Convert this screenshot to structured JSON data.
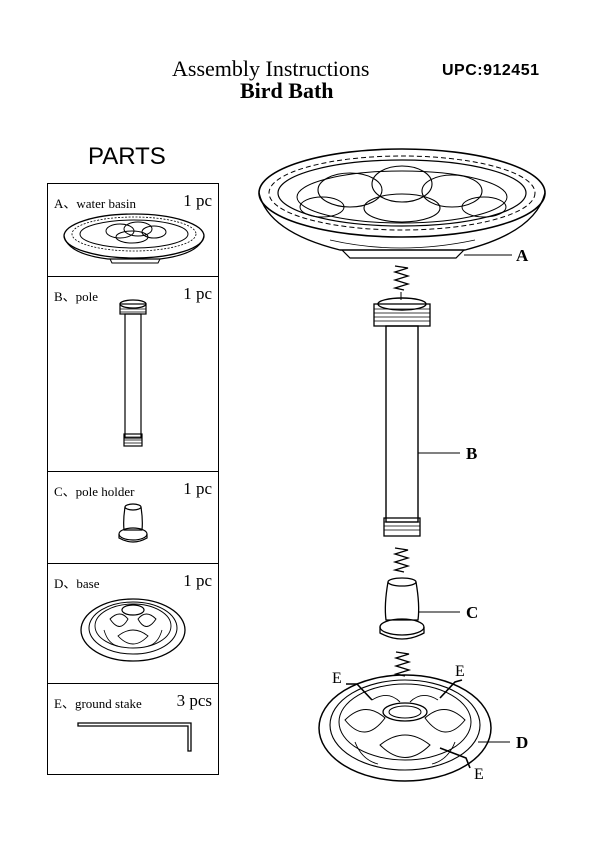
{
  "header": {
    "title": "Assembly Instructions",
    "subtitle": "Bird Bath",
    "upc": "UPC:912451"
  },
  "parts": {
    "heading": "PARTS",
    "items": [
      {
        "name": "A、water basin",
        "qty": "1 pc"
      },
      {
        "name": "B、pole",
        "qty": "1 pc"
      },
      {
        "name": "C、pole holder",
        "qty": "1 pc"
      },
      {
        "name": "D、base",
        "qty": "1 pc"
      },
      {
        "name": "E、ground stake",
        "qty": "3 pcs"
      }
    ]
  },
  "diagram": {
    "labels": {
      "a": "A",
      "b": "B",
      "c": "C",
      "d": "D",
      "e1": "E",
      "e2": "E",
      "e3": "E"
    }
  }
}
